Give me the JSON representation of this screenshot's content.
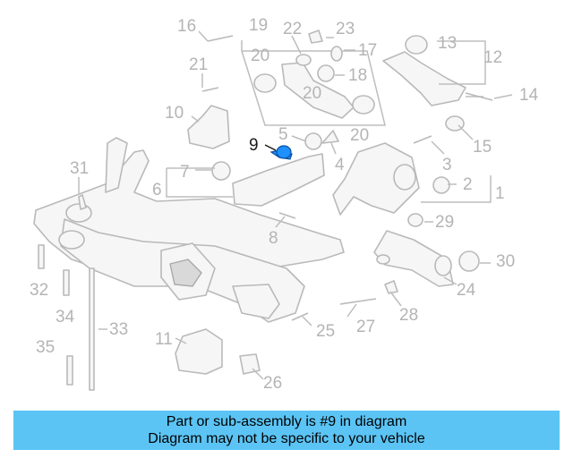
{
  "diagram": {
    "highlighted_part": "9",
    "highlight_color": "#1e90ff",
    "callouts": [
      "1",
      "2",
      "3",
      "4",
      "5",
      "6",
      "7",
      "8",
      "9",
      "10",
      "11",
      "12",
      "13",
      "14",
      "15",
      "16",
      "17",
      "18",
      "19",
      "20",
      "20",
      "20",
      "21",
      "22",
      "23",
      "24",
      "25",
      "26",
      "27",
      "28",
      "29",
      "30",
      "31",
      "32",
      "33",
      "34",
      "35"
    ]
  },
  "banner": {
    "line1": "Part or sub-assembly is #9 in diagram",
    "line2": "Diagram may not be specific to your vehicle",
    "background": "#5bc4f5"
  }
}
